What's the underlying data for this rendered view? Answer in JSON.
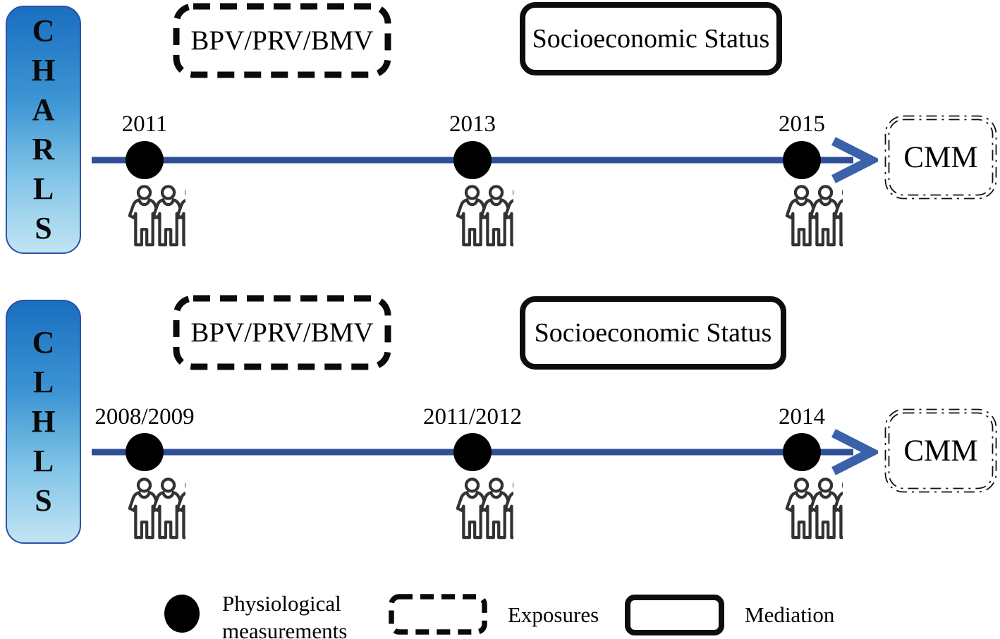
{
  "figure": {
    "rows": [
      {
        "study": "CHARLS",
        "exposure_label": "BPV/PRV/BMV",
        "mediator_label": "Socioeconomic Status",
        "outcome_label": "CMM",
        "timepoints": [
          "2011",
          "2013",
          "2015"
        ]
      },
      {
        "study": "CLHLS",
        "exposure_label": "BPV/PRV/BMV",
        "mediator_label": "Socioeconomic Status",
        "outcome_label": "CMM",
        "timepoints": [
          "2008/2009",
          "2011/2012",
          "2014"
        ]
      }
    ],
    "legend": {
      "measurement_line1": "Physiological",
      "measurement_line2": "measurements",
      "exposures_label": "Exposures",
      "mediation_label": "Mediation"
    },
    "colors": {
      "timeline_blue": "#2e4f97",
      "arrowhead_blue": "#3b61ab",
      "badge_gradient_top": "#1a6fc0",
      "badge_gradient_bottom": "#c2e4f3",
      "badge_border": "#2b50a5",
      "people_icon_gray": "#333333",
      "measurement_dot": "#000000"
    }
  }
}
